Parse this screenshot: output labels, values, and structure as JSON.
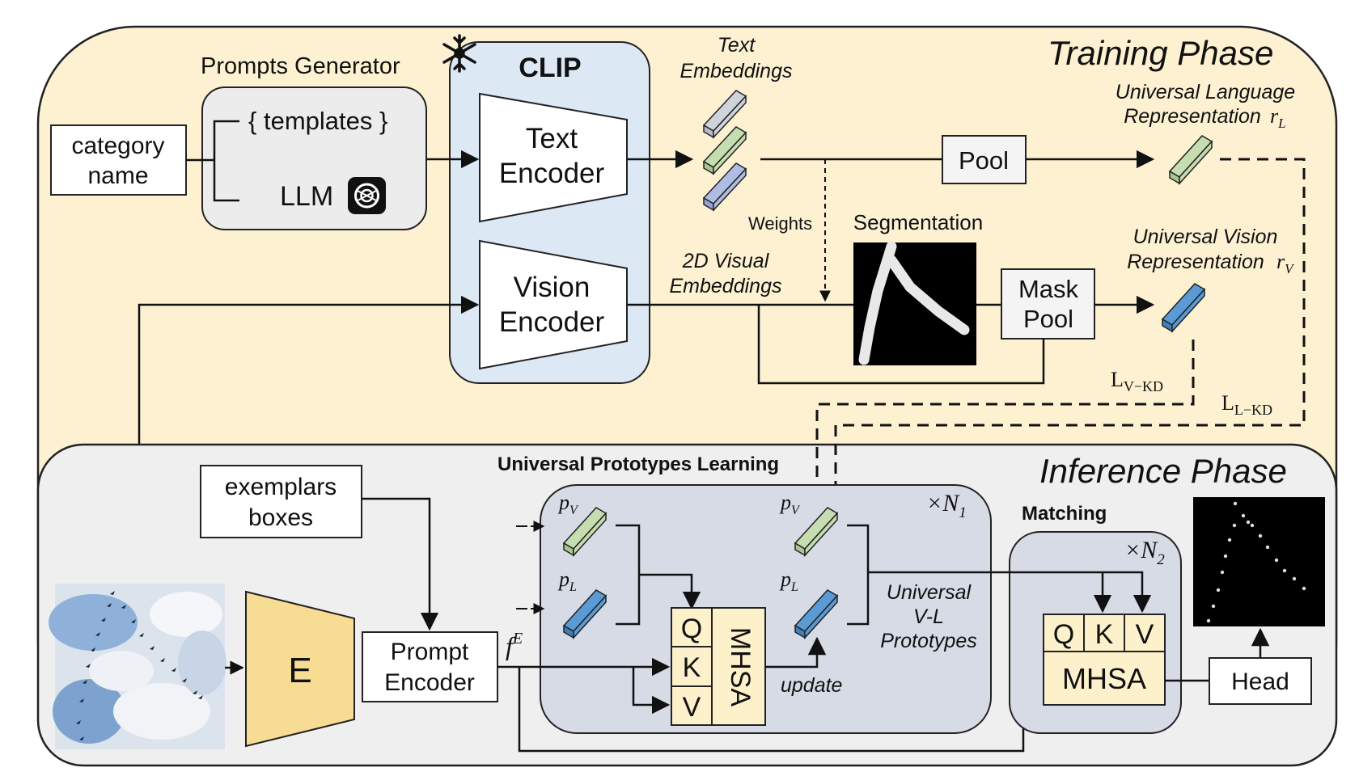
{
  "training_phase": {
    "title": "Training Phase",
    "prompts_generator": {
      "title": "Prompts Generator",
      "templates": "{ templates }",
      "llm": "LLM"
    },
    "category_name": [
      "category",
      "name"
    ],
    "clip": {
      "title": "CLIP",
      "text_encoder": [
        "Text",
        "Encoder"
      ],
      "vision_encoder": [
        "Vision",
        "Encoder"
      ]
    },
    "text_embeddings": [
      "Text",
      "Embeddings"
    ],
    "visual_embeddings": [
      "2D Visual",
      "Embeddings"
    ],
    "weights": "Weights",
    "segmentation": "Segmentation",
    "pool": "Pool",
    "mask_pool": [
      "Mask",
      "Pool"
    ],
    "universal_language": [
      "Universal Language",
      "Representation"
    ],
    "universal_language_symbol": "r",
    "universal_language_sub": "L",
    "universal_vision": [
      "Universal Vision",
      "Representation"
    ],
    "universal_vision_symbol": "r",
    "universal_vision_sub": "V",
    "loss_v": "L",
    "loss_v_sub": "V−KD",
    "loss_l": "L",
    "loss_l_sub": "L−KD"
  },
  "inference_phase": {
    "title": "Inference Phase",
    "exemplars": [
      "exemplars",
      "boxes"
    ],
    "encoder": "E",
    "prompt_encoder": [
      "Prompt",
      "Encoder"
    ],
    "feature": "f",
    "feature_sup": "E",
    "upl_title": "Universal Prototypes Learning",
    "repeat_n1": "×N",
    "repeat_n1_sub": "1",
    "p": "p",
    "p_v_sub": "V",
    "p_l_sub": "L",
    "qkv": [
      "Q",
      "K",
      "V"
    ],
    "mhsa": "MHSA",
    "update": "update",
    "universal_vl": [
      "Universal",
      "V-L",
      "Prototypes"
    ],
    "matching": "Matching",
    "repeat_n2": "×N",
    "repeat_n2_sub": "2",
    "head": "Head"
  },
  "colors": {
    "training_bg": "#fdf1d2",
    "inference_bg": "#efefef",
    "clip_bg": "#dde8f5",
    "prompts_bg": "#ececec",
    "module_bg": "#d6dbe6",
    "attention_bg": "#fdf1cc",
    "encoder_e": "#f7dc93",
    "green_token": "#c5ddb0",
    "blue_token": "#5b9bd5",
    "gray_token": "#cfd3da",
    "purple_token": "#b0bde2"
  },
  "icons": [
    "snowflake-icon",
    "openai-icon"
  ]
}
